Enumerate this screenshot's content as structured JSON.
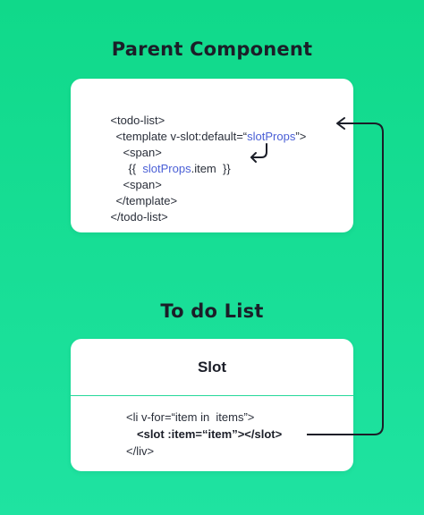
{
  "parent": {
    "title": "Parent Component",
    "lines": [
      {
        "pre": "<todo-list>",
        "hl": "",
        "post": ""
      },
      {
        "pre": "<template v-slot:default=“",
        "hl": "slotProps",
        "post": "”>"
      },
      {
        "pre": "<span>",
        "hl": "",
        "post": ""
      },
      {
        "pre": "{{  ",
        "hl": "slotProps",
        "post": ".item  }}"
      },
      {
        "pre": "<span>",
        "hl": "",
        "post": ""
      },
      {
        "pre": "</template>",
        "hl": "",
        "post": ""
      },
      {
        "pre": "</todo-list>",
        "hl": "",
        "post": ""
      }
    ]
  },
  "todo": {
    "title": "To do List",
    "slot_title": "Slot",
    "lines": [
      {
        "text": "<li v-for=“item in  items”>"
      },
      {
        "text": "<slot :item=“item”></slot>"
      },
      {
        "text": "</liv>"
      }
    ]
  },
  "colors": {
    "background": "#18de95",
    "highlight": "#4a5fd6",
    "arrow": "#1b1e28"
  }
}
